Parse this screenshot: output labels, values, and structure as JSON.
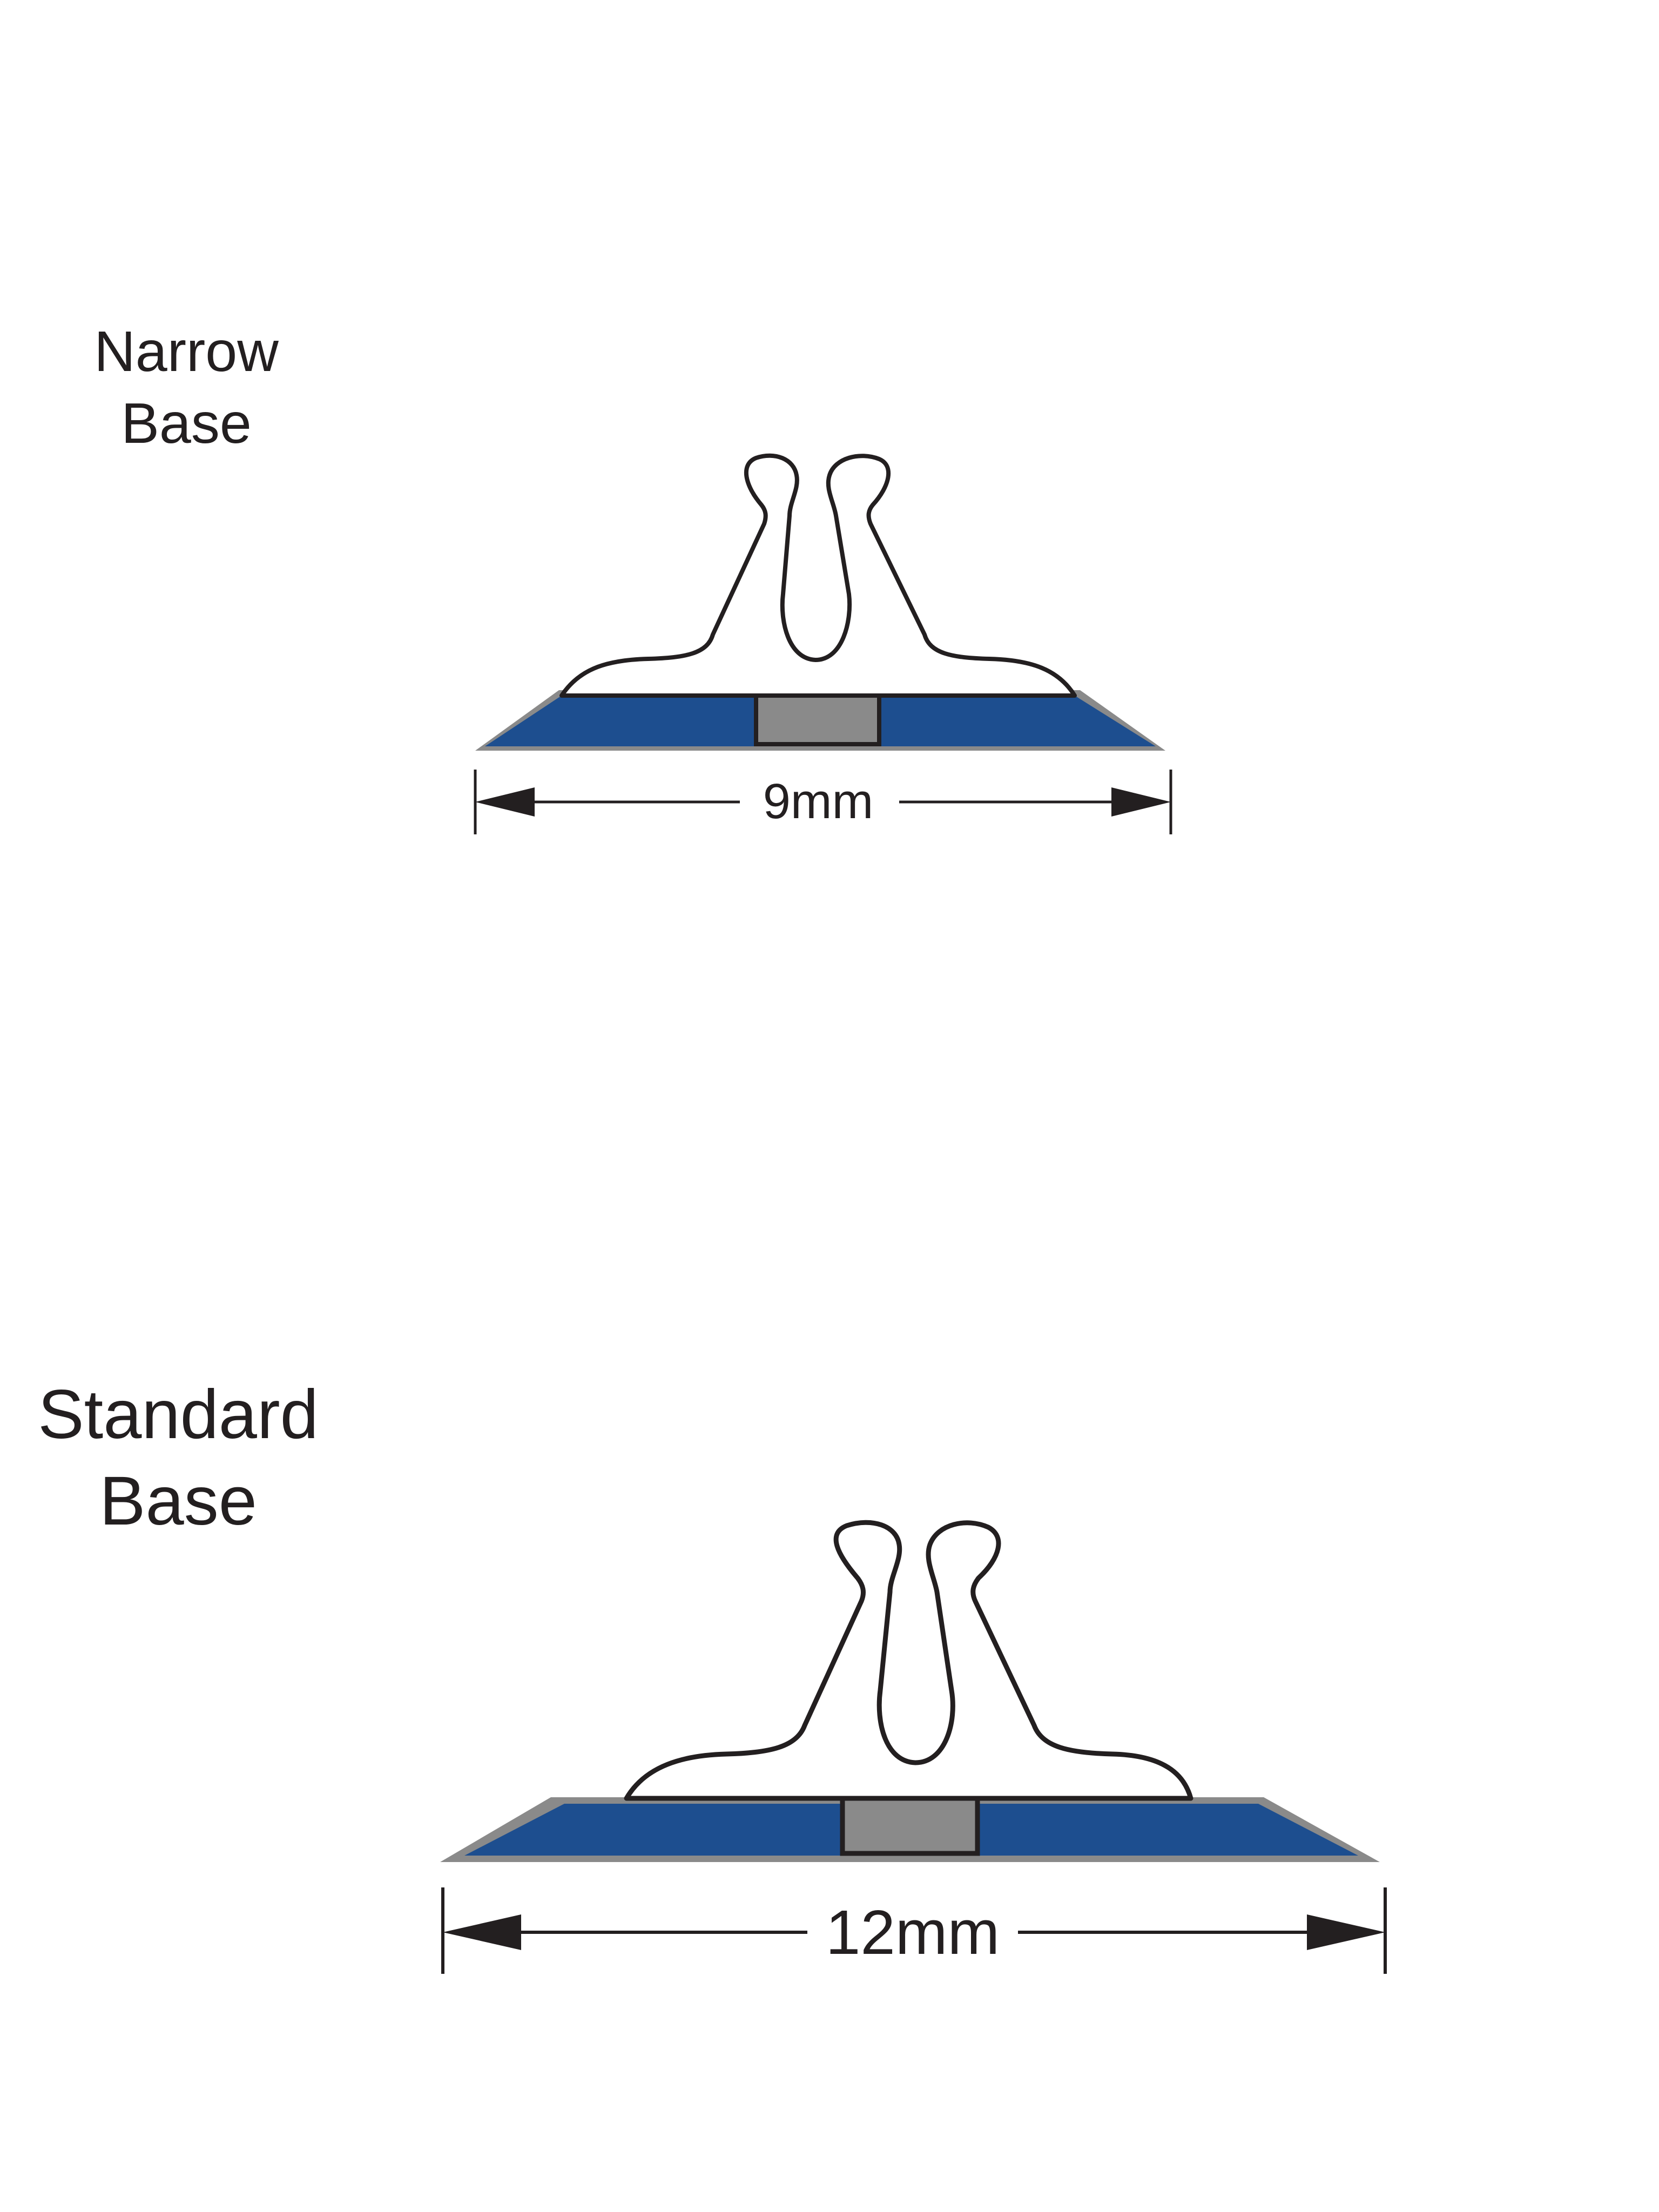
{
  "narrow": {
    "title_line1": "Narrow",
    "title_line2": "Base",
    "dimension": "9mm"
  },
  "standard": {
    "title_line1": "Standard",
    "title_line2": "Base",
    "dimension": "12mm"
  },
  "colors": {
    "base_fill": "#1d4e8f",
    "base_edge": "#8a8a8a",
    "outline": "#231f20",
    "background": "#ffffff"
  }
}
